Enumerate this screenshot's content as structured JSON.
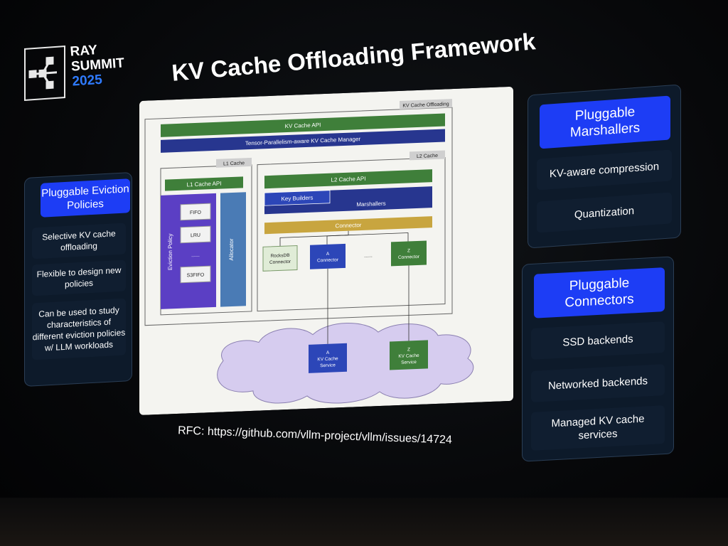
{
  "logo": {
    "line1": "RAY",
    "line2": "SUMMIT",
    "line3": "2025"
  },
  "title": "KV Cache Offloading Framework",
  "left_panel": {
    "title": "Pluggable Eviction Policies",
    "items": [
      "Selective KV cache offloading",
      "Flexible to design new policies",
      "Can be used to study characteristics of different eviction policies w/ LLM workloads"
    ]
  },
  "right_panel_1": {
    "title": "Pluggable Marshallers",
    "items": [
      "KV-aware compression",
      "Quantization"
    ]
  },
  "right_panel_2": {
    "title": "Pluggable Connectors",
    "items": [
      "SSD backends",
      "Networked backends",
      "Managed KV cache services"
    ]
  },
  "diagram": {
    "outer_label": "KV Cache Offloading",
    "kv_cache_api": "KV Cache API",
    "manager": "Tensor-Parallelism-aware KV Cache Manager",
    "l1_label": "L1 Cache",
    "l1_api": "L1 Cache API",
    "eviction_policy": "Eviction Policy",
    "fifo": "FIFO",
    "lru": "LRU",
    "dots": "......",
    "s3fifo": "S3FIFO",
    "allocator": "Allocator",
    "l2_label": "L2 Cache",
    "l2_api": "L2 Cache API",
    "key_builders": "Key Builders",
    "marshallers": "Marshallers",
    "connector": "Connector",
    "rocksdb": [
      "RocksDB",
      "Connector"
    ],
    "a_conn": [
      "A",
      "Connector"
    ],
    "z_conn": [
      "Z",
      "Connector"
    ],
    "a_service": [
      "A",
      "KV Cache",
      "Service"
    ],
    "z_service": [
      "Z",
      "KV Cache",
      "Service"
    ]
  },
  "rfc": "RFC: https://github.com/vllm-project/vllm/issues/14724",
  "colors": {
    "blue_title": "#1d3df5",
    "green": "#3f7f3a",
    "navy": "#27368f",
    "gold": "#c8a53f",
    "purple": "#5b3fc4",
    "steel": "#4a7bb5",
    "cloud": "#d6ccef"
  }
}
